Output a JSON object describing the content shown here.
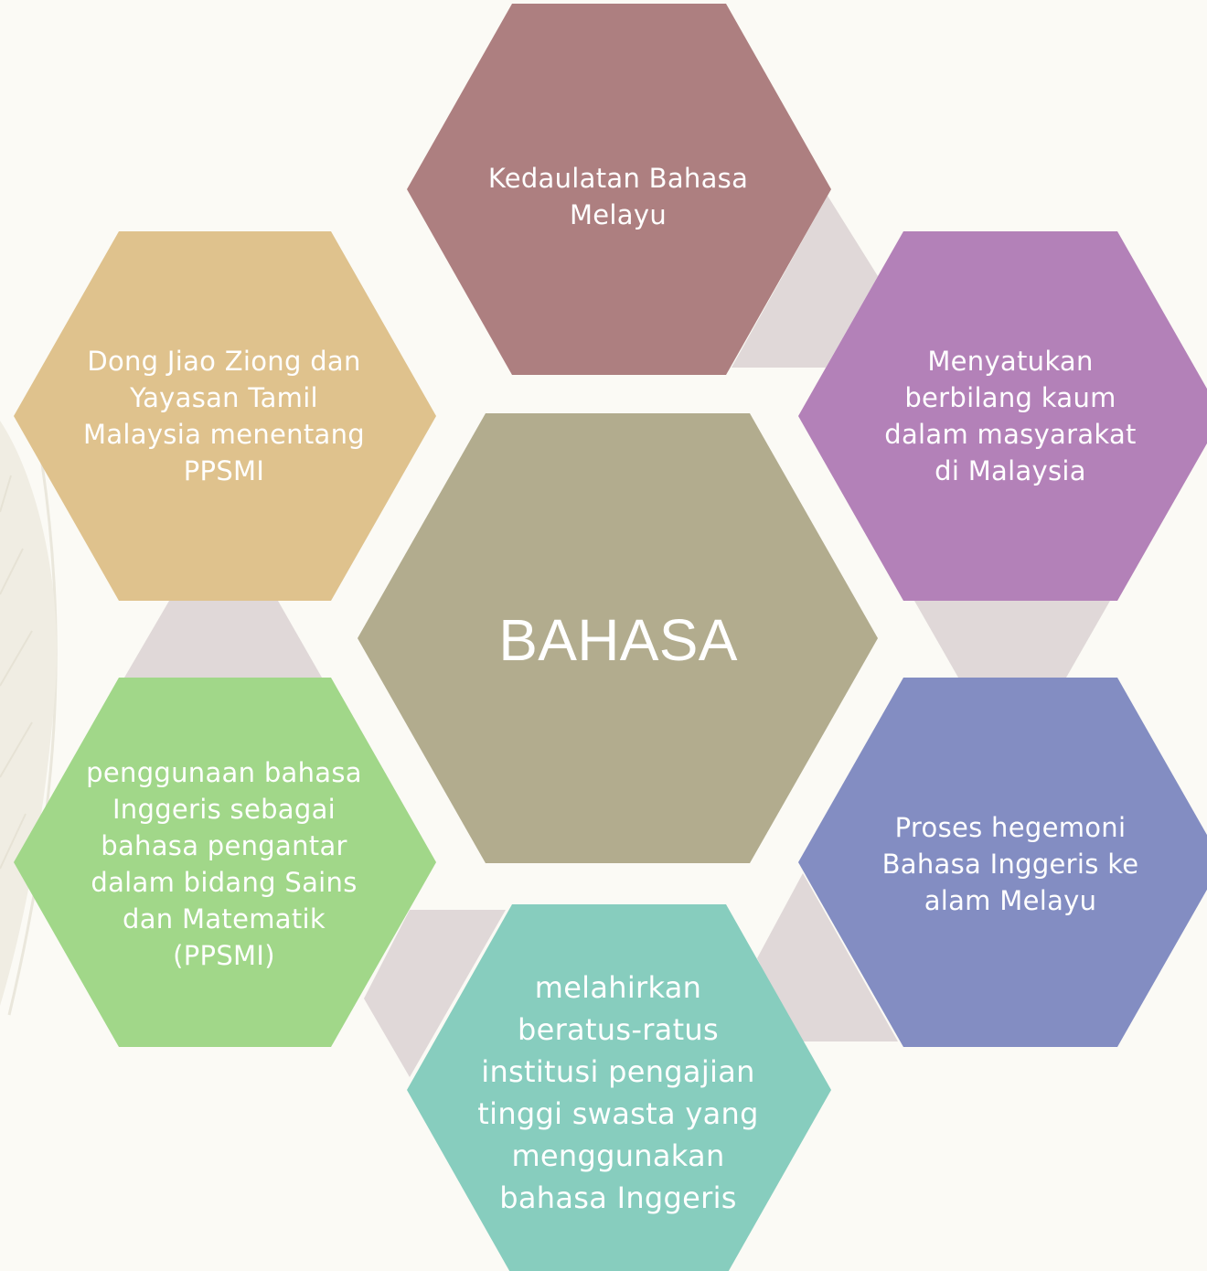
{
  "colors": {
    "background": "#fbfaf5",
    "connector": "#e0d8d8",
    "center": "#b2ac8e",
    "top": "#ad7f80",
    "right_upper": "#b381b8",
    "right_lower": "#838dc2",
    "bottom": "#87cdbe",
    "left_lower": "#a1d789",
    "left_upper": "#dfc28d",
    "text": "#ffffff"
  },
  "center": {
    "label": "BAHASA"
  },
  "nodes": {
    "top": {
      "label": "Kedaulatan Bahasa Melayu"
    },
    "right_upper": {
      "label": "Menyatukan berbilang kaum dalam masyarakat di Malaysia"
    },
    "right_lower": {
      "label": "Proses hegemoni Bahasa Inggeris ke alam Melayu"
    },
    "bottom": {
      "label": "melahirkan beratus-ratus institusi pengajian tinggi swasta yang menggunakan bahasa Inggeris"
    },
    "left_lower": {
      "label": "penggunaan bahasa Inggeris sebagai bahasa pengantar dalam bidang Sains dan Matematik (PPSMI)"
    },
    "left_upper": {
      "label": "Dong Jiao Ziong dan Yayasan Tamil Malaysia menentang PPSMI"
    }
  }
}
